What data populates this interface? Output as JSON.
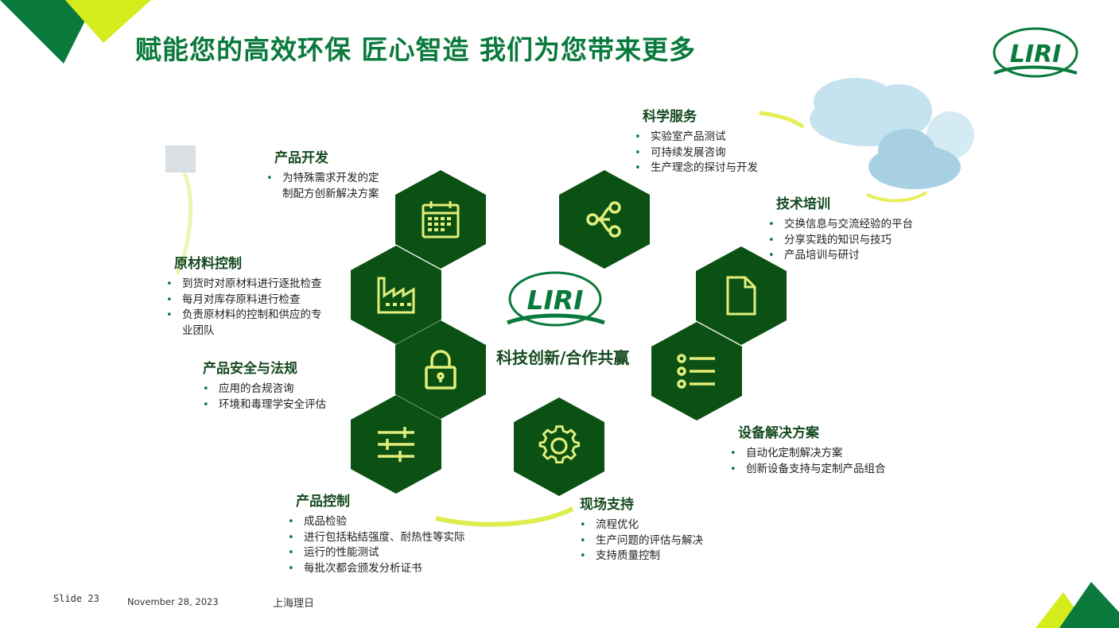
{
  "title": "赋能您的高效环保  匠心智造  我们为您带来更多",
  "center_caption": "科技创新/合作共赢",
  "logo_text": "LIRI",
  "sections": [
    {
      "id": "product-dev",
      "heading": "产品开发",
      "items": [
        "为特殊需求开发的定",
        "制配方创新解决方案"
      ]
    },
    {
      "id": "raw-material",
      "heading": "原材料控制",
      "items": [
        "到货时对原材料进行逐批检查",
        "每月对库存原料进行检查",
        "负责原材料的控制和供应的专",
        "业团队"
      ]
    },
    {
      "id": "safety-reg",
      "heading": "产品安全与法规",
      "items": [
        "应用的合规咨询",
        "环境和毒理学安全评估"
      ]
    },
    {
      "id": "product-ctrl",
      "heading": "产品控制",
      "items": [
        "成品检验",
        "进行包括粘结强度、耐热性等实际",
        "运行的性能测试",
        "每批次都会颁发分析证书"
      ]
    },
    {
      "id": "science",
      "heading": "科学服务",
      "items": [
        "实验室产品测试",
        "可持续发展咨询",
        "生产理念的探讨与开发"
      ]
    },
    {
      "id": "training",
      "heading": "技术培训",
      "items": [
        "交换信息与交流经验的平台",
        "分享实践的知识与技巧",
        "产品培训与研讨"
      ]
    },
    {
      "id": "equipment",
      "heading": "设备解决方案",
      "items": [
        "自动化定制解决方案",
        "创新设备支持与定制产品组合"
      ]
    },
    {
      "id": "onsite",
      "heading": "现场支持",
      "items": [
        "流程优化",
        "生产问题的评估与解决",
        "支持质量控制"
      ]
    }
  ],
  "hex_icons": [
    "calendar-icon",
    "share-icon",
    "factory-icon",
    "document-icon",
    "lock-icon",
    "list-icon",
    "sliders-icon",
    "gear-icon"
  ],
  "footer": {
    "slide": "Slide 23",
    "date": "November 28, 2023",
    "company": "上海理日"
  },
  "colors": {
    "brand_green": "#0a7a3c",
    "hex_fill": "#0b5114",
    "icon_yellow": "#e3ee7a",
    "lime": "#d4eb1c"
  }
}
